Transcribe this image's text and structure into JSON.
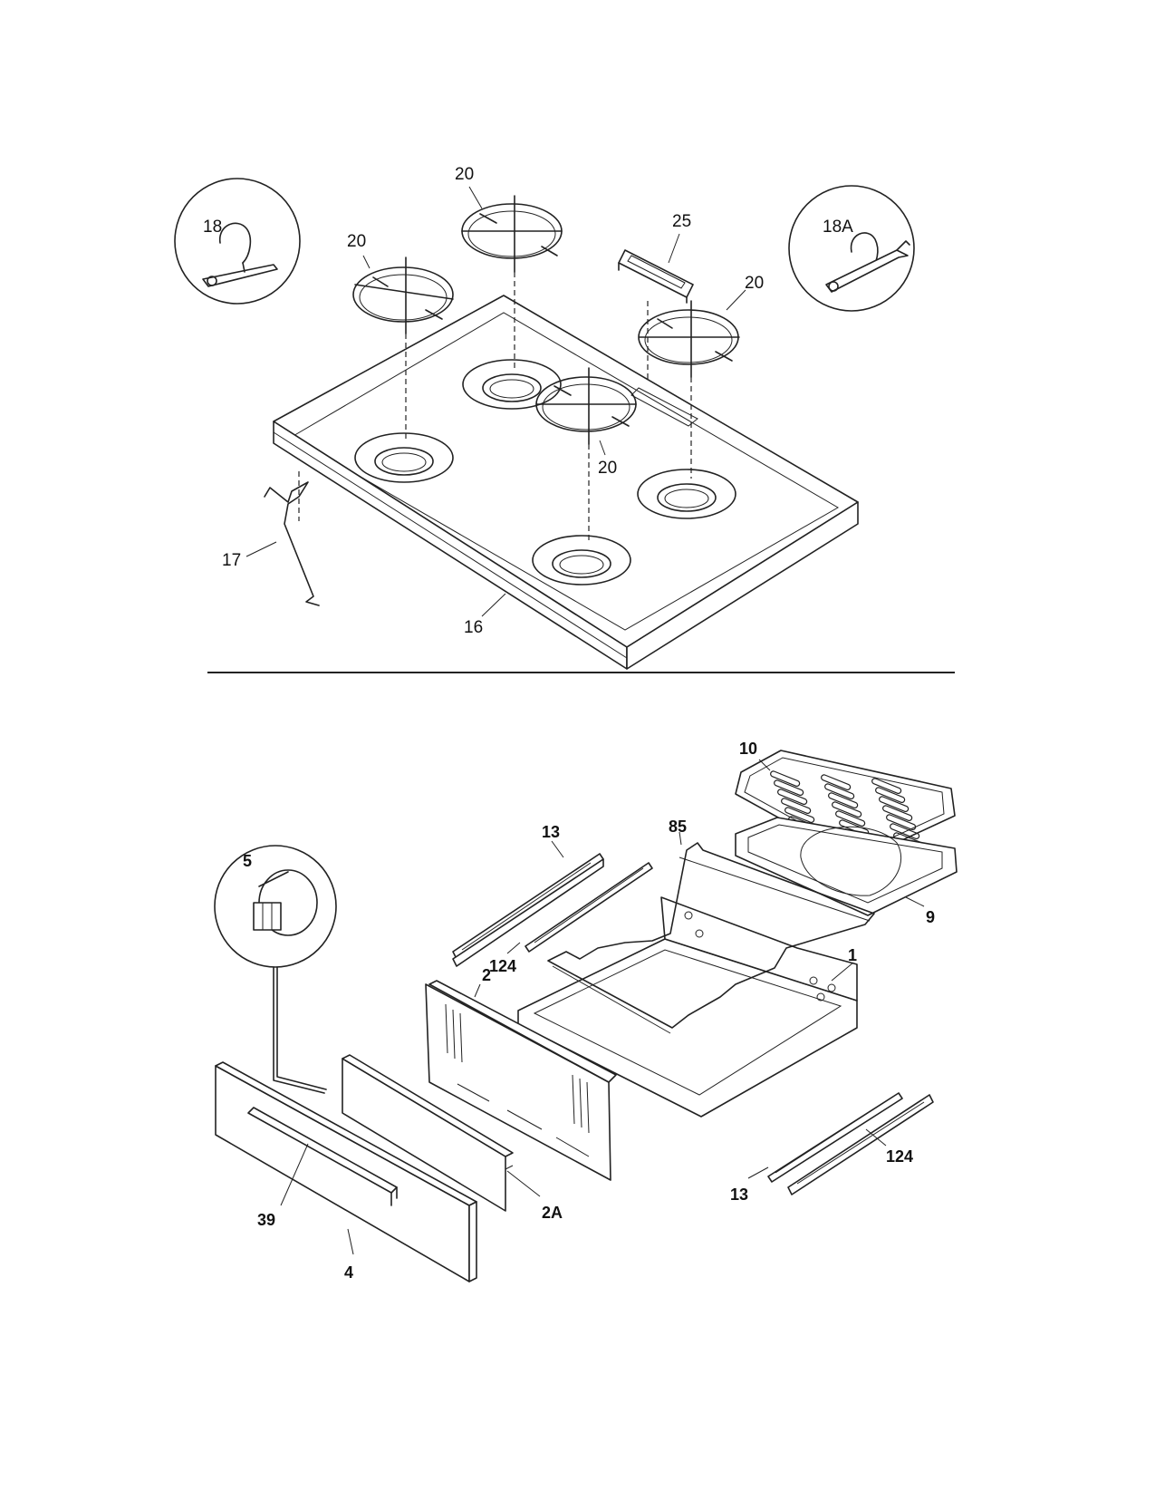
{
  "callouts": {
    "p20_top": "20",
    "p20_left": "20",
    "p20_right": "20",
    "p20_center": "20",
    "p25": "25",
    "p18": "18",
    "p18a": "18A",
    "p17": "17",
    "p16": "16",
    "p10": "10",
    "p9": "9",
    "p85": "85",
    "p13_top": "13",
    "p124_top": "124",
    "p13_bottom": "13",
    "p124_bottom": "124",
    "p5": "5",
    "p2": "2",
    "p2a": "2A",
    "p1": "1",
    "p39": "39",
    "p4": "4"
  }
}
